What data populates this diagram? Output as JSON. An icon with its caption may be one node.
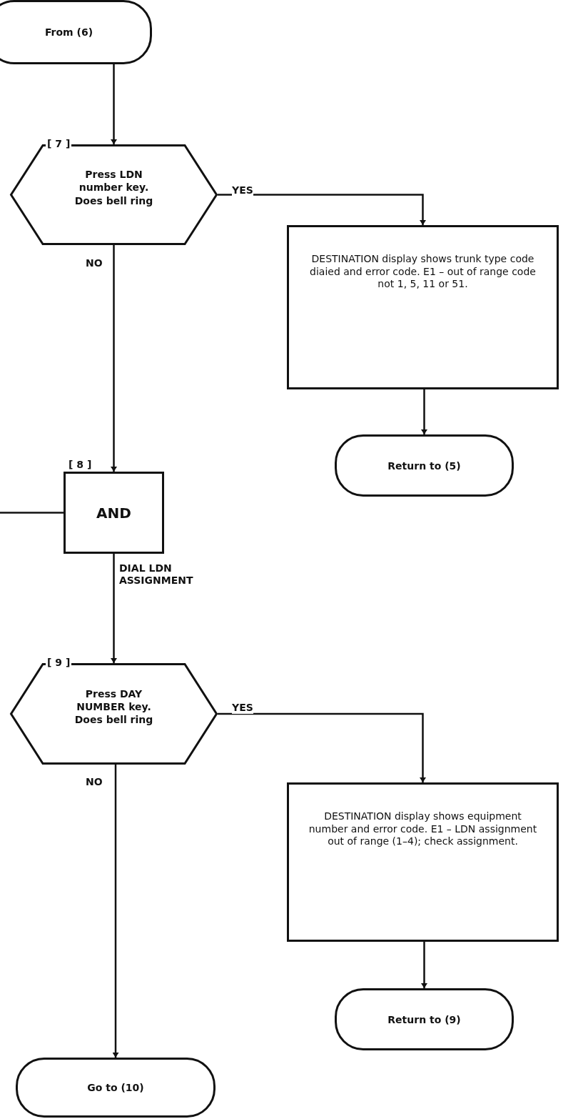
{
  "diagram": {
    "nodes": [
      {
        "text": [
          "From (6)"
        ]
      },
      {
        "text": [
          "Press LDN number key. Does bell ring"
        ],
        "beside": [
          "[ 7 ]"
        ]
      },
      {
        "text": [
          "DESTINATION display shows trunk type code diaied and error code. E1 – out of range code not 1, 5, 11 or 51."
        ]
      },
      {
        "text": [
          "Return to (5)"
        ]
      },
      {
        "text": [
          "AND"
        ],
        "beside": [
          "[ 8 ]"
        ]
      },
      {
        "text": [
          "Press DAY NUMBER key. Does bell ring"
        ],
        "beside": [
          "[ 9 ]"
        ]
      },
      {
        "text": [
          "DESTINATION display shows equipment number and error code. E1 – LDN assignment out of range (1–4); check assignment."
        ]
      },
      {
        "text": [
          "Return to (9)"
        ]
      },
      {
        "text": [
          "Go to (10)"
        ]
      }
    ],
    "edges": [
      {
        "from": 0,
        "to": 1,
        "arrow": "to"
      },
      {
        "from": 1,
        "to": 2,
        "arrow": "to",
        "label": "YES"
      },
      {
        "from": 2,
        "to": 3,
        "arrow": "to"
      },
      {
        "from": 1,
        "to": 4,
        "arrow": "to",
        "label": "NO"
      },
      {
        "from": null,
        "to": 4,
        "arrow": "none"
      },
      {
        "from": 4,
        "to": 5,
        "arrow": "to",
        "label": "DIAL LDN ASSIGNMENT"
      },
      {
        "from": 5,
        "to": 6,
        "arrow": "to",
        "label": "YES"
      },
      {
        "from": 6,
        "to": 7,
        "arrow": "to"
      },
      {
        "from": 5,
        "to": 8,
        "arrow": "to",
        "label": "NO"
      }
    ]
  }
}
